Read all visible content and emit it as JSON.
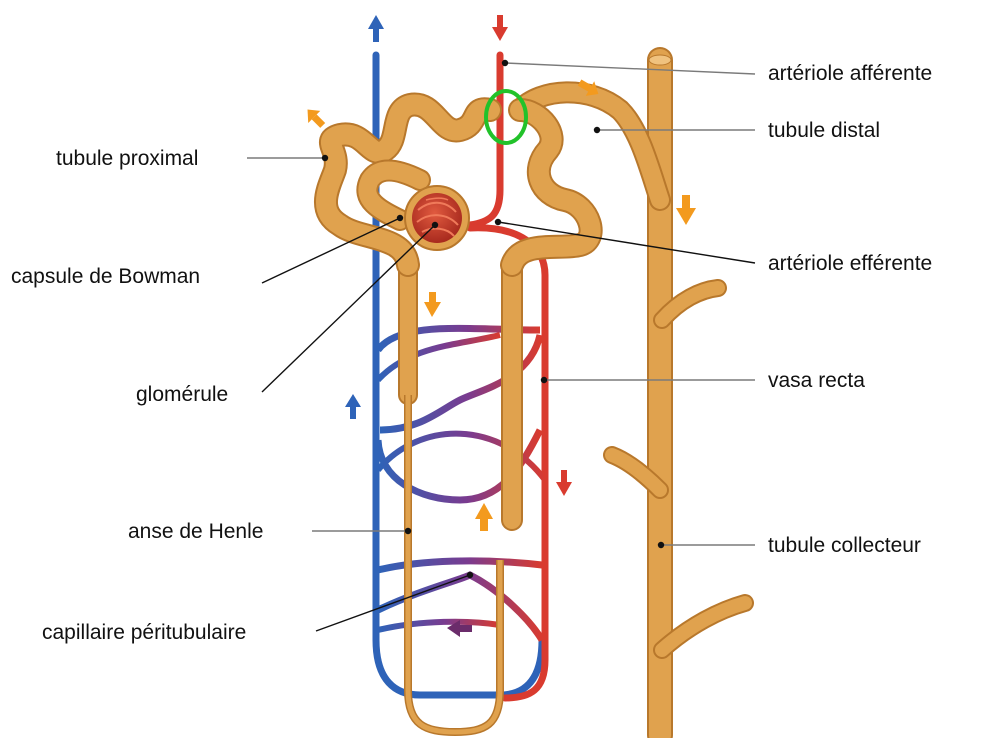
{
  "labels": {
    "arteriole_afferente": "artériole afférente",
    "tubule_distal": "tubule distal",
    "tubule_proximal": "tubule proximal",
    "capsule_bowman": "capsule de Bowman",
    "arteriole_efferente": "artériole efférente",
    "vasa_recta": "vasa recta",
    "glomerule": "glomérule",
    "anse_henle": "anse de Henle",
    "tubule_collecteur": "tubule collecteur",
    "capillaire_peritubulaire": "capillaire péritubulaire"
  },
  "colors": {
    "tubule": "#E0A24E",
    "tubule_shadow": "#B8782C",
    "artery": "#D93B2F",
    "vein": "#2E63B8",
    "mixed": "#7A3B8F",
    "flow_tubule": "#F39A1E",
    "flow_artery": "#D93B2F",
    "flow_vein": "#2E63B8",
    "flow_mixed": "#6B2C6B",
    "highlight": "#22C22A",
    "glomerulus": "#C83A2B"
  },
  "icons": {
    "flow": "arrow-icon",
    "highlight": "circle-highlight-icon"
  }
}
